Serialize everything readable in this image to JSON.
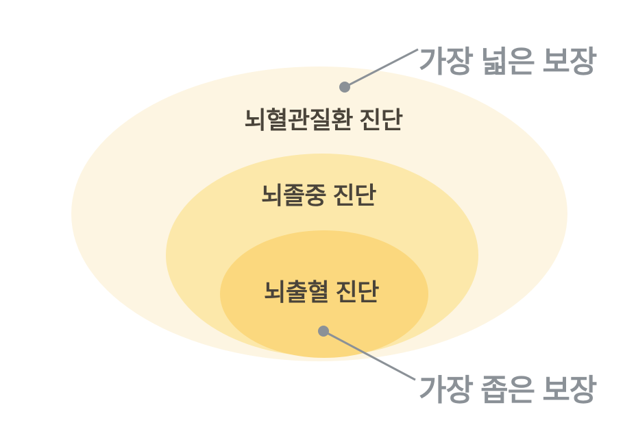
{
  "diagram": {
    "type": "nested-ellipse-venn",
    "rings": [
      {
        "id": "outer",
        "label": "뇌혈관질환 진단",
        "fill": "#FDF5E2"
      },
      {
        "id": "middle",
        "label": "뇌졸중 진단",
        "fill": "#FCE8AA"
      },
      {
        "id": "inner",
        "label": "뇌출혈 진단",
        "fill": "#FBD87E"
      }
    ],
    "callouts": [
      {
        "id": "top",
        "text": "가장 넓은 보장",
        "points_to": "outer-ring"
      },
      {
        "id": "bottom",
        "text": "가장 좁은 보장",
        "points_to": "inner-ring"
      }
    ],
    "colors": {
      "ring_label_text": "#4A443A",
      "callout_text": "#8B9197",
      "leader_line": "#8B9197",
      "background": "#ffffff"
    }
  }
}
